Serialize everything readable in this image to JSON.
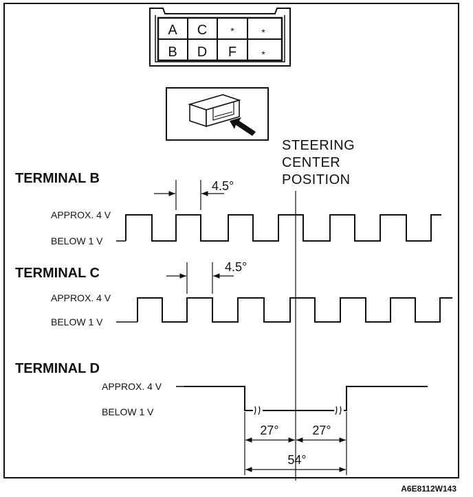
{
  "connector": {
    "row1": [
      "A",
      "C",
      "*",
      "*"
    ],
    "row2": [
      "B",
      "D",
      "F",
      "*"
    ]
  },
  "steering": {
    "line1": "STEERING",
    "line2": "CENTER",
    "line3": "POSITION"
  },
  "terminal_b": {
    "heading": "TERMINAL B",
    "high": "APPROX. 4 V",
    "low": "BELOW 1 V",
    "pulse_angle": "4.5°"
  },
  "terminal_c": {
    "heading": "TERMINAL C",
    "high": "APPROX. 4 V",
    "low": "BELOW 1 V",
    "pulse_angle": "4.5°"
  },
  "terminal_d": {
    "heading": "TERMINAL D",
    "high": "APPROX. 4 V",
    "low": "BELOW 1 V",
    "left_angle": "27°",
    "right_angle": "27°",
    "total_angle": "54°"
  },
  "figure_ref": "A6E8112W143",
  "icons": {
    "connector_plug": "connector-plug-icon",
    "insert_arrow": "insert-arrow-icon"
  }
}
